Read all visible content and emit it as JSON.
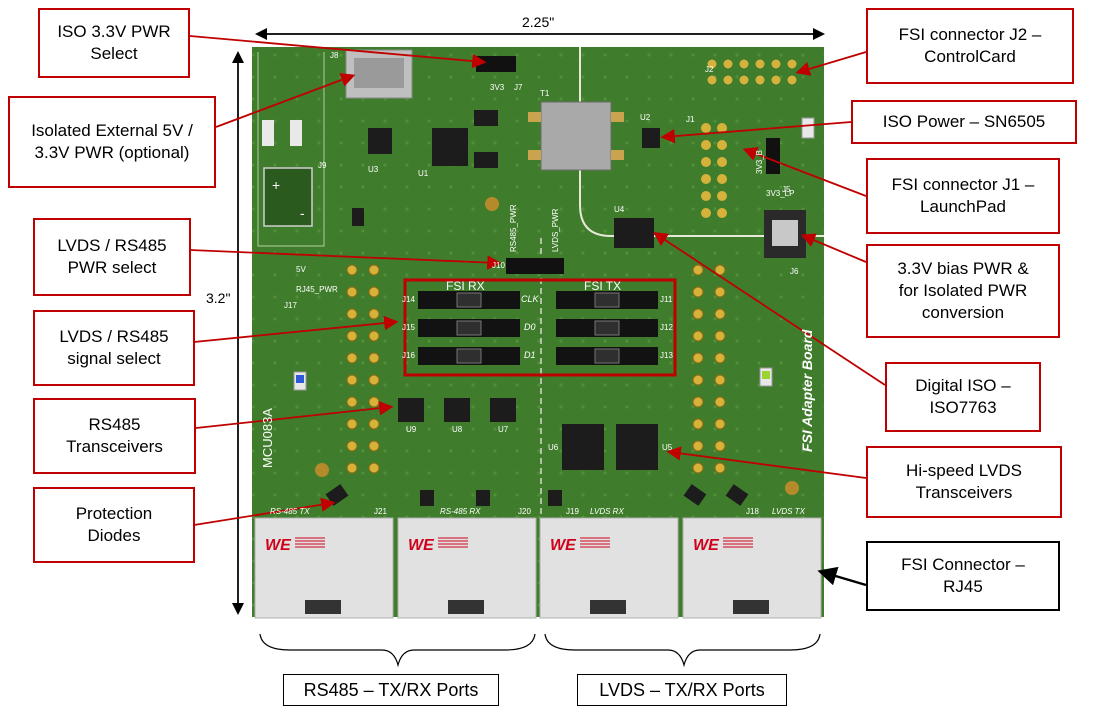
{
  "dimensions": {
    "width": "2.25\"",
    "height": "3.2\""
  },
  "board": {
    "title": "FSI Adapter Board",
    "part": "MCU083A",
    "header_rx": "FSI RX",
    "header_tx": "FSI TX",
    "signal_rows": [
      "CLK",
      "D0",
      "D1"
    ],
    "brand": "WE",
    "silk": {
      "j21": "J21",
      "j20": "J20",
      "j19": "J19",
      "j18": "J18",
      "rs485_tx": "RS-485 TX",
      "rs485_rx": "RS-485 RX",
      "lvds_rx": "LVDS RX",
      "lvds_tx": "LVDS TX",
      "j8": "J8",
      "j9": "J9",
      "j2": "J2",
      "j1": "J1",
      "j5": "J5",
      "j6": "J6",
      "j7": "J7",
      "j10": "J10",
      "j17": "J17",
      "t1": "T1",
      "u1": "U1",
      "u2": "U2",
      "u3": "U3",
      "u4": "U4",
      "u5": "U5",
      "u6": "U6",
      "u7": "U7",
      "u8": "U8",
      "u9": "U9",
      "rs485_pwr": "RS485_PWR",
      "lvds_pwr": "LVDS_PWR",
      "v33": "3V3",
      "v33b": "3V3_B",
      "v33lp": "3V3_LP",
      "v5": "5V",
      "rj45pwr": "RJ45_PWR",
      "j14": "J14",
      "j15": "J15",
      "j16": "J16",
      "j11": "J11",
      "j12": "J12",
      "j13": "J13"
    }
  },
  "callouts": {
    "iso_pwr_select": "ISO 3.3V PWR\nSelect",
    "isolated_ext": "Isolated External 5V /\n3.3V PWR (optional)",
    "lvds_rs485_pwr": "LVDS / RS485\nPWR select",
    "lvds_rs485_sig": "LVDS / RS485\nsignal select",
    "rs485_xcvr": "RS485\nTransceivers",
    "protection": "Protection\nDiodes",
    "fsi_j2": "FSI connector J2 –\nControlCard",
    "iso_power": "ISO Power – SN6505",
    "fsi_j1": "FSI connector J1 –\nLaunchPad",
    "bias_pwr": "3.3V bias PWR &\nfor Isolated PWR\nconversion",
    "digital_iso": "Digital ISO –\nISO7763",
    "hs_lvds": "Hi-speed LVDS\nTransceivers",
    "fsi_rj45": "FSI Connector –\nRJ45"
  },
  "bottom_labels": {
    "rs485_ports": "RS485 – TX/RX Ports",
    "lvds_ports": "LVDS – TX/RX Ports"
  },
  "colors": {
    "pcb": "#3f7d2c",
    "callout_border": "#c00000",
    "jack": "#dcdcdc"
  }
}
